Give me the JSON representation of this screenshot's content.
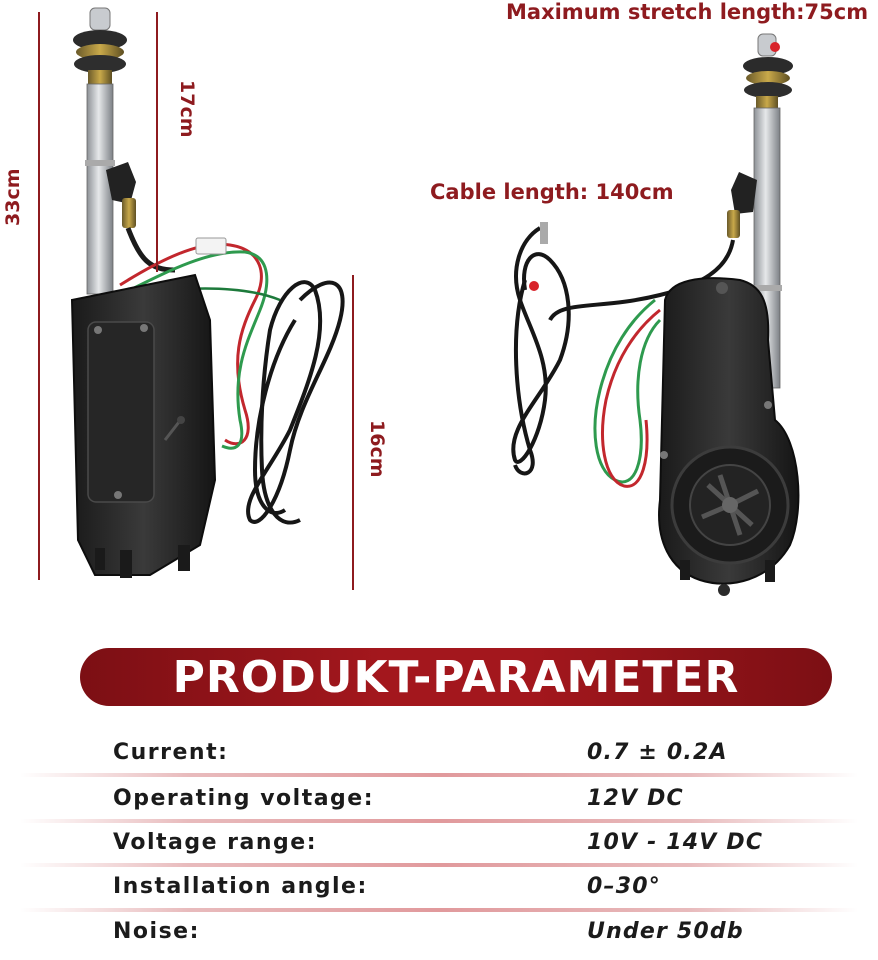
{
  "annotations": {
    "max_stretch": "Maximum stretch length:75cm",
    "cable_length": "Cable length: 140cm",
    "dim_total": "33cm",
    "dim_top": "17cm",
    "dim_bottom": "16cm"
  },
  "banner": {
    "title": "PRODUKT-PARAMETER"
  },
  "parameters": [
    {
      "name": "Current:",
      "value": "0.7 ± 0.2A"
    },
    {
      "name": "Operating voltage:",
      "value": "12V DC"
    },
    {
      "name": "Voltage range:",
      "value": "10V - 14V DC"
    },
    {
      "name": "Installation angle:",
      "value": "0–30°"
    },
    {
      "name": "Noise:",
      "value": "Under 50db"
    }
  ],
  "colors": {
    "accent": "#8e1b1f",
    "banner": "#a3171d",
    "text": "#1b1b1b"
  }
}
